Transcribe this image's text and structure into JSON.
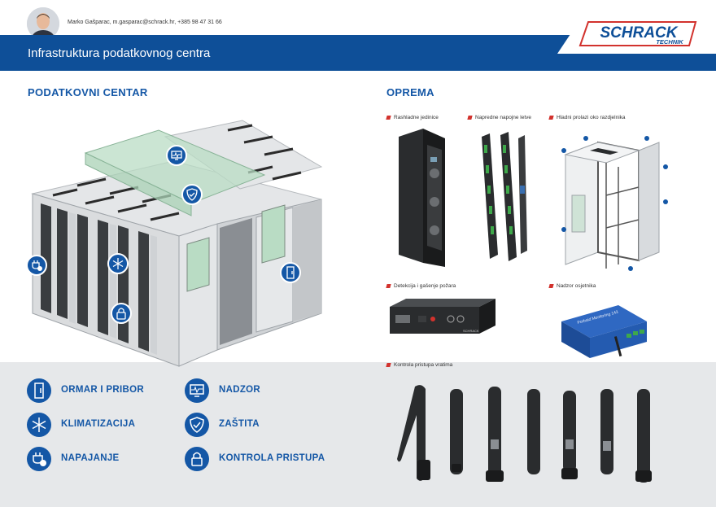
{
  "header": {
    "contact": "Marko Gašparac, m.gasparac@schrack.hr, +385 98 47 31 66",
    "banner_title": "Infrastruktura podatkovnog centra",
    "logo": {
      "brand": "SCHRACK",
      "sub": "TECHNIK"
    }
  },
  "left_section": {
    "title": "PODATKOVNI CENTAR"
  },
  "right_section": {
    "title": "OPREMA",
    "items": [
      "Rashladne jedinice",
      "Napredne napojne letve",
      "Hladni prolazi oko razdjelnika",
      "Detekcija i gašenje požara",
      "Nadzor osjetnika",
      "Kontrola pristupa vratima"
    ]
  },
  "legend": {
    "items": [
      {
        "label": "ORMAR I PRIBOR",
        "icon": "cabinet-icon"
      },
      {
        "label": "NADZOR",
        "icon": "monitor-icon"
      },
      {
        "label": "KLIMATIZACIJA",
        "icon": "snowflake-icon"
      },
      {
        "label": "ZAŠTITA",
        "icon": "shield-icon"
      },
      {
        "label": "NAPAJANJE",
        "icon": "power-plug-icon"
      },
      {
        "label": "KONTROLA PRISTUPA",
        "icon": "lock-icon"
      }
    ]
  },
  "product_images": {
    "sensor_label": "Porbaid Monitoring 143",
    "fire_panel_label": "SCHRACK"
  },
  "colors": {
    "brand_blue": "#0e4f98",
    "accent_red": "#d2322d",
    "grey_band": "#e6e8ea"
  }
}
